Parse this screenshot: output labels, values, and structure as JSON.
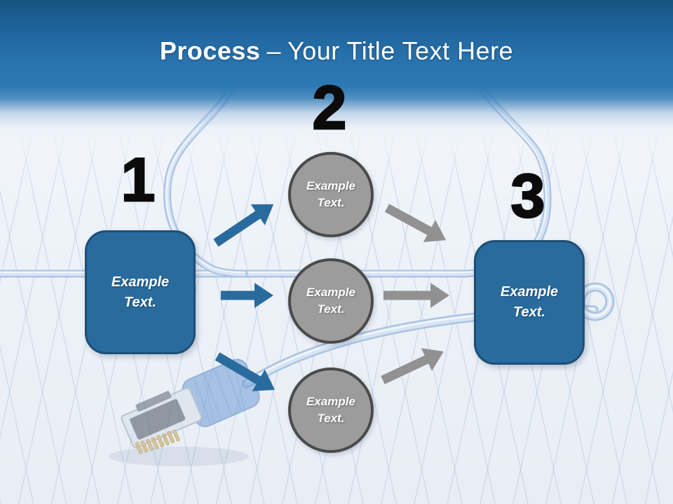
{
  "slide": {
    "title": {
      "emphasis": "Process",
      "separator": "–",
      "remainder": "Your Title Text Here"
    },
    "numbers": [
      "1",
      "2",
      "3"
    ],
    "left_box": {
      "label": "Example Text."
    },
    "right_box": {
      "label": "Example Text."
    },
    "circles": [
      {
        "label": "Example Text."
      },
      {
        "label": "Example Text."
      },
      {
        "label": "Example Text."
      }
    ],
    "colors": {
      "header_blue": "#2b78b4",
      "header_dark": "#17547f",
      "accent_blue": "#2a6b9e",
      "box_border": "#1d4e76",
      "shape_gray": "#9c9c9c",
      "circle_border": "#4a4a4a",
      "arrow_gray": "#919191",
      "cable_outer": "#a9c3e1",
      "cable_mid": "#d8e4f4",
      "cable_highlight": "#eff5fc"
    }
  }
}
